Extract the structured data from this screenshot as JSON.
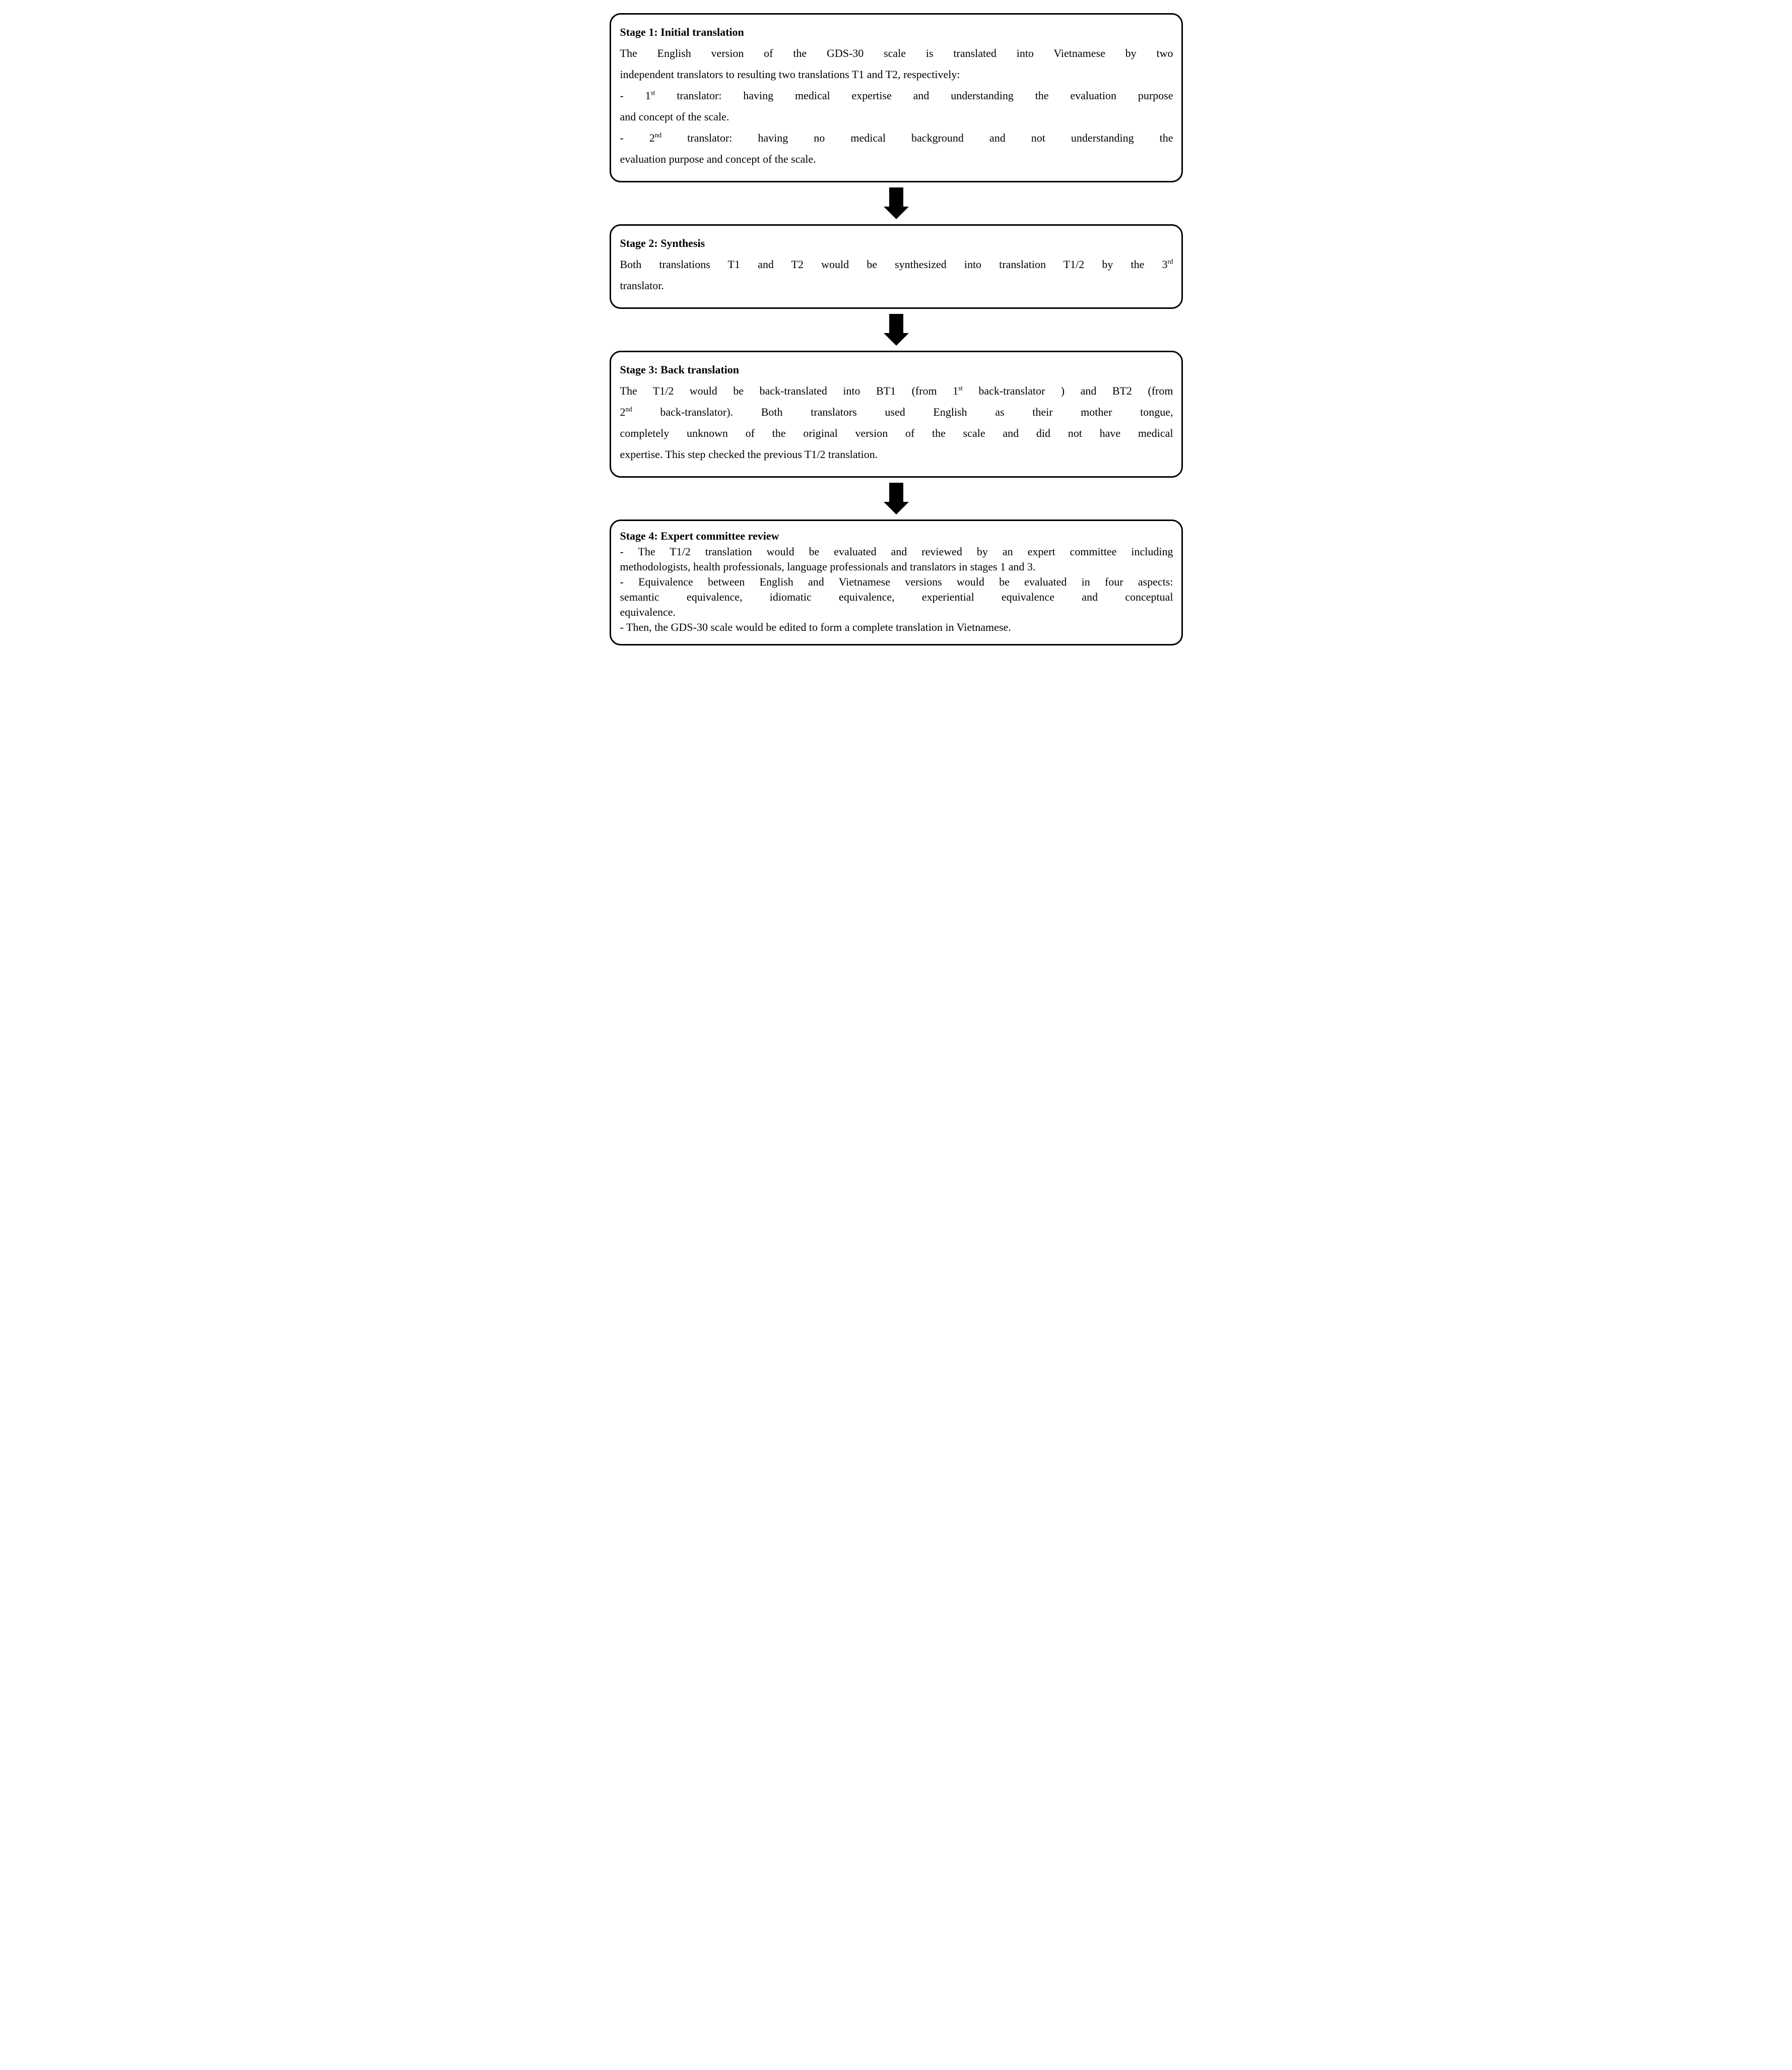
{
  "colors": {
    "ink": "#000000",
    "paper": "#ffffff"
  },
  "icons": {
    "flow_connector": "down-block-arrow-icon"
  },
  "stages": [
    {
      "title": "Stage 1: Initial translation",
      "compact": false,
      "arrow_after": true,
      "paragraphs": [
        [
          [
            {
              "t": "The English version of the GDS-30 scale is translated into Vietnamese by two"
            }
          ],
          [
            {
              "t": "independent translators to resulting two translations T1 and T2, respectively:"
            }
          ]
        ],
        [
          [
            {
              "t": "- 1"
            },
            {
              "t": "st",
              "sup": true
            },
            {
              "t": " translator: having medical expertise and understanding the evaluation purpose"
            }
          ],
          [
            {
              "t": "and concept of the scale."
            }
          ]
        ],
        [
          [
            {
              "t": "- 2"
            },
            {
              "t": "nd",
              "sup": true
            },
            {
              "t": " translator: having no medical background and not understanding the"
            }
          ],
          [
            {
              "t": "evaluation purpose and concept of the scale."
            }
          ]
        ]
      ]
    },
    {
      "title": "Stage 2: Synthesis",
      "compact": false,
      "arrow_after": true,
      "paragraphs": [
        [
          [
            {
              "t": "Both translations T1 and T2 would be synthesized into translation T1/2 by the 3"
            },
            {
              "t": "rd",
              "sup": true
            }
          ],
          [
            {
              "t": "translator."
            }
          ]
        ]
      ]
    },
    {
      "title": "Stage 3: Back translation",
      "compact": false,
      "arrow_after": true,
      "paragraphs": [
        [
          [
            {
              "t": "The T1/2 would be back-translated into BT1 (from 1"
            },
            {
              "t": "st",
              "sup": true
            },
            {
              "t": " back-translator ) and BT2 (from"
            }
          ],
          [
            {
              "t": "2"
            },
            {
              "t": "nd",
              "sup": true
            },
            {
              "t": " back-translator). Both translators used English as their mother tongue,"
            }
          ],
          [
            {
              "t": "completely unknown of the original version of the scale and did not have medical"
            }
          ],
          [
            {
              "t": "expertise. This step checked the previous T1/2 translation."
            }
          ]
        ]
      ]
    },
    {
      "title": "Stage 4: Expert committee review",
      "compact": true,
      "arrow_after": false,
      "paragraphs": [
        [
          [
            {
              "t": "- The T1/2 translation would be evaluated and reviewed by an expert committee including"
            }
          ],
          [
            {
              "t": "methodologists, health professionals, language professionals and translators in stages 1 and 3."
            }
          ]
        ],
        [
          [
            {
              "t": "- Equivalence between English and Vietnamese versions would be evaluated in four aspects:"
            }
          ],
          [
            {
              "t": "semantic equivalence, idiomatic equivalence, experiential equivalence and conceptual"
            }
          ],
          [
            {
              "t": "equivalence."
            }
          ]
        ],
        [
          [
            {
              "t": "- Then, the GDS-30 scale would be edited to form a complete translation in Vietnamese."
            }
          ]
        ]
      ]
    }
  ]
}
